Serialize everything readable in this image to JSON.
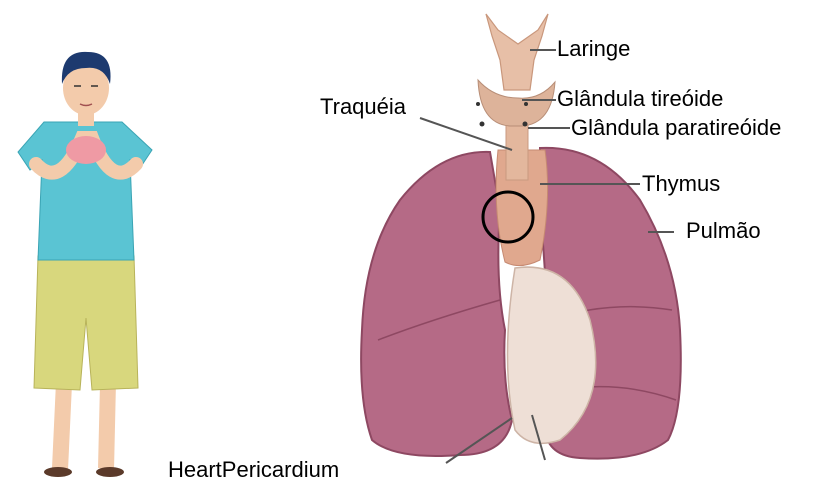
{
  "labels": {
    "laringe": "Laringe",
    "tireoide": "Glândula tireóide",
    "traqueia": "Traquéia",
    "paratireoide": "Glândula paratireóide",
    "thymus": "Thymus",
    "pulmao": "Pulmão",
    "heart_pericardium": "HeartPericardium"
  },
  "colors": {
    "lung": "#b56a86",
    "lung_dark": "#8e4862",
    "heart": "#eedfd6",
    "trachea": "#e3b79d",
    "shirt": "#5ac4d3",
    "shorts": "#d8d77d",
    "skin": "#f3cbab",
    "hair": "#1d3a6f"
  }
}
